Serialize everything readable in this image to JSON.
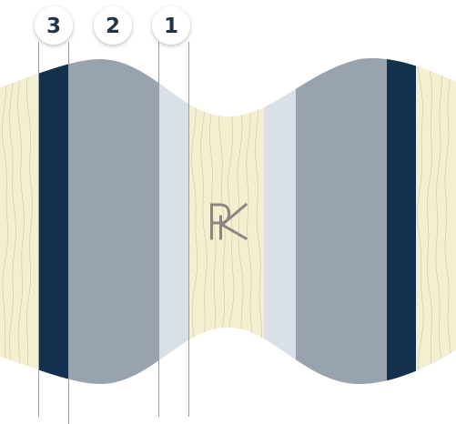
{
  "badges": [
    {
      "label": "3"
    },
    {
      "label": "2"
    },
    {
      "label": "1"
    }
  ],
  "logo": {
    "text": "PK"
  },
  "colors": {
    "wood": "#f5efd2",
    "wood_grain": "#b3ad97",
    "navy_band": "#13304c",
    "gray_band": "#98a3ae",
    "light_band": "#dae0e8",
    "leader_line": "#9aa0a6",
    "badge_bg": "#ffffff",
    "badge_text": "#1f3448",
    "logo": "#8a8680"
  }
}
